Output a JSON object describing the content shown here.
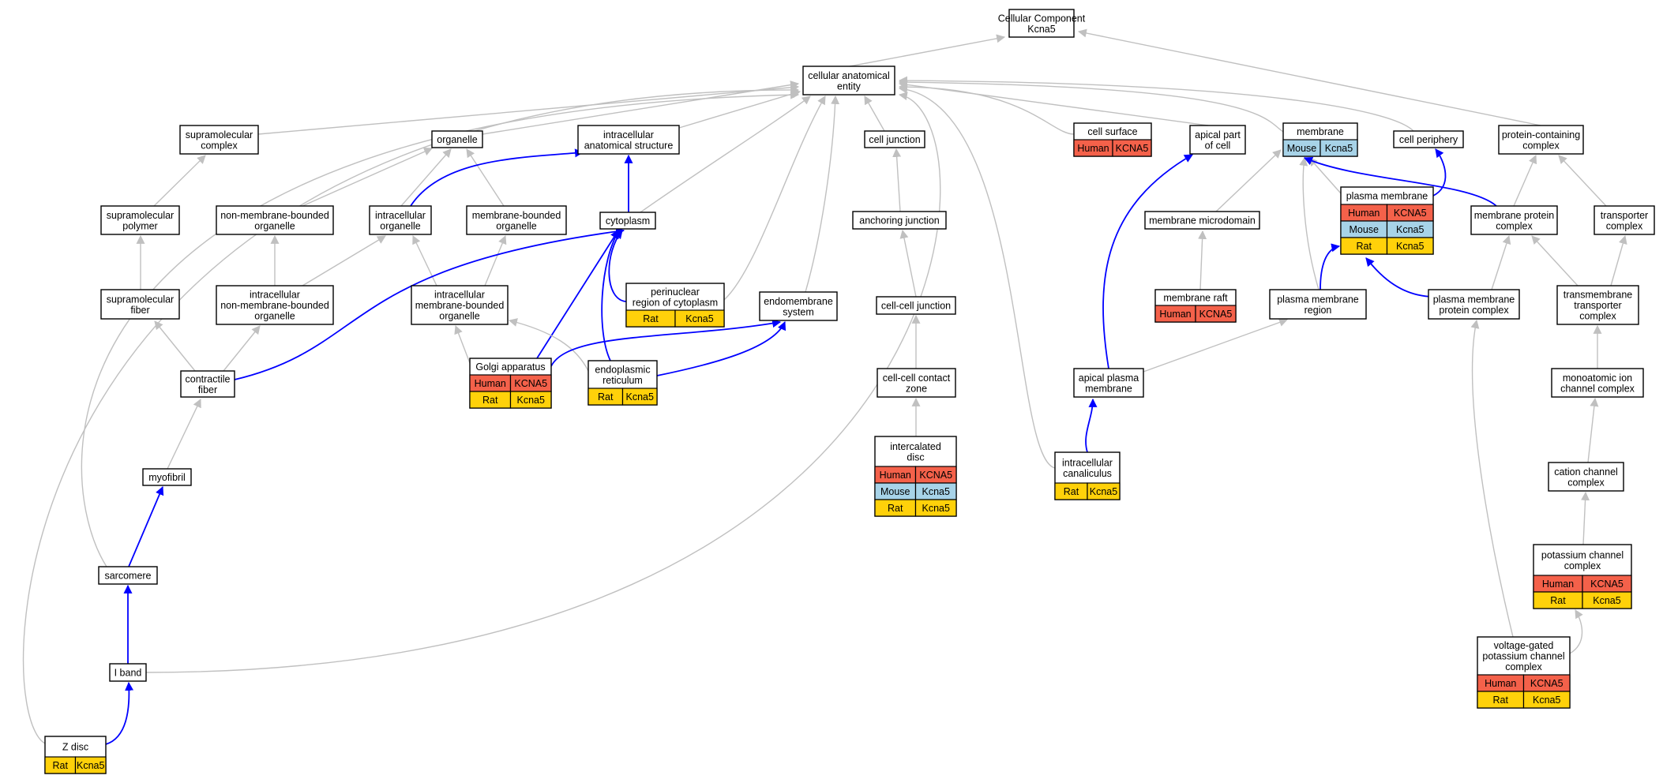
{
  "colors": {
    "human": "#f4614a",
    "mouse": "#a7d3e8",
    "rat": "#ffd10a",
    "is_a_edge": "#c0c0c0",
    "part_of_edge": "#0000ff"
  },
  "nodes": [
    {
      "id": "root",
      "label": [
        "Cellular Component",
        "Kcna5"
      ],
      "rows": []
    },
    {
      "id": "cae",
      "label": [
        "cellular anatomical",
        "entity"
      ],
      "rows": []
    },
    {
      "id": "supramolecular_complex",
      "label": [
        "supramolecular",
        "complex"
      ],
      "rows": []
    },
    {
      "id": "organelle",
      "label": [
        "organelle"
      ],
      "rows": []
    },
    {
      "id": "intracellular_anatomical_structure",
      "label": [
        "intracellular",
        "anatomical structure"
      ],
      "rows": []
    },
    {
      "id": "cell_junction",
      "label": [
        "cell junction"
      ],
      "rows": []
    },
    {
      "id": "cell_surface",
      "label": [
        "cell surface"
      ],
      "rows": [
        {
          "species": "Human",
          "gene": "KCNA5"
        }
      ]
    },
    {
      "id": "apical_part_of_cell",
      "label": [
        "apical part",
        "of cell"
      ],
      "rows": []
    },
    {
      "id": "membrane",
      "label": [
        "membrane"
      ],
      "rows": [
        {
          "species": "Mouse",
          "gene": "Kcna5"
        }
      ]
    },
    {
      "id": "cell_periphery",
      "label": [
        "cell periphery"
      ],
      "rows": []
    },
    {
      "id": "protein_containing_complex",
      "label": [
        "protein-containing",
        "complex"
      ],
      "rows": []
    },
    {
      "id": "supramolecular_polymer",
      "label": [
        "supramolecular",
        "polymer"
      ],
      "rows": []
    },
    {
      "id": "non_membrane_bounded_organelle",
      "label": [
        "non-membrane-bounded",
        "organelle"
      ],
      "rows": []
    },
    {
      "id": "intracellular_organelle",
      "label": [
        "intracellular",
        "organelle"
      ],
      "rows": []
    },
    {
      "id": "membrane_bounded_organelle",
      "label": [
        "membrane-bounded",
        "organelle"
      ],
      "rows": []
    },
    {
      "id": "cytoplasm",
      "label": [
        "cytoplasm"
      ],
      "rows": []
    },
    {
      "id": "anchoring_junction",
      "label": [
        "anchoring junction"
      ],
      "rows": []
    },
    {
      "id": "membrane_microdomain",
      "label": [
        "membrane microdomain"
      ],
      "rows": []
    },
    {
      "id": "plasma_membrane",
      "label": [
        "plasma membrane"
      ],
      "rows": [
        {
          "species": "Human",
          "gene": "KCNA5"
        },
        {
          "species": "Mouse",
          "gene": "Kcna5"
        },
        {
          "species": "Rat",
          "gene": "Kcna5"
        }
      ]
    },
    {
      "id": "membrane_protein_complex",
      "label": [
        "membrane protein",
        "complex"
      ],
      "rows": []
    },
    {
      "id": "transporter_complex",
      "label": [
        "transporter",
        "complex"
      ],
      "rows": []
    },
    {
      "id": "supramolecular_fiber",
      "label": [
        "supramolecular",
        "fiber"
      ],
      "rows": []
    },
    {
      "id": "intracellular_nmbo",
      "label": [
        "intracellular",
        "non-membrane-bounded",
        "organelle"
      ],
      "rows": []
    },
    {
      "id": "intracellular_mbo",
      "label": [
        "intracellular",
        "membrane-bounded",
        "organelle"
      ],
      "rows": []
    },
    {
      "id": "perinuclear",
      "label": [
        "perinuclear",
        "region of cytoplasm"
      ],
      "rows": [
        {
          "species": "Rat",
          "gene": "Kcna5"
        }
      ]
    },
    {
      "id": "endomembrane_system",
      "label": [
        "endomembrane",
        "system"
      ],
      "rows": []
    },
    {
      "id": "cell_cell_junction",
      "label": [
        "cell-cell junction"
      ],
      "rows": []
    },
    {
      "id": "membrane_raft",
      "label": [
        "membrane raft"
      ],
      "rows": [
        {
          "species": "Human",
          "gene": "KCNA5"
        }
      ]
    },
    {
      "id": "plasma_membrane_region",
      "label": [
        "plasma membrane",
        "region"
      ],
      "rows": []
    },
    {
      "id": "plasma_membrane_protein_complex",
      "label": [
        "plasma membrane",
        "protein complex"
      ],
      "rows": []
    },
    {
      "id": "transmembrane_transporter_complex",
      "label": [
        "transmembrane",
        "transporter",
        "complex"
      ],
      "rows": []
    },
    {
      "id": "contractile_fiber",
      "label": [
        "contractile",
        "fiber"
      ],
      "rows": []
    },
    {
      "id": "golgi_apparatus",
      "label": [
        "Golgi apparatus"
      ],
      "rows": [
        {
          "species": "Human",
          "gene": "KCNA5"
        },
        {
          "species": "Rat",
          "gene": "Kcna5"
        }
      ]
    },
    {
      "id": "endoplasmic_reticulum",
      "label": [
        "endoplasmic",
        "reticulum"
      ],
      "rows": [
        {
          "species": "Rat",
          "gene": "Kcna5"
        }
      ]
    },
    {
      "id": "cell_cell_contact_zone",
      "label": [
        "cell-cell contact",
        "zone"
      ],
      "rows": []
    },
    {
      "id": "apical_plasma_membrane",
      "label": [
        "apical plasma",
        "membrane"
      ],
      "rows": []
    },
    {
      "id": "monoatomic_ion_channel_complex",
      "label": [
        "monoatomic ion",
        "channel complex"
      ],
      "rows": []
    },
    {
      "id": "intercalated_disc",
      "label": [
        "intercalated",
        "disc"
      ],
      "rows": [
        {
          "species": "Human",
          "gene": "KCNA5"
        },
        {
          "species": "Mouse",
          "gene": "Kcna5"
        },
        {
          "species": "Rat",
          "gene": "Kcna5"
        }
      ]
    },
    {
      "id": "intracellular_canaliculus",
      "label": [
        "intracellular",
        "canaliculus"
      ],
      "rows": [
        {
          "species": "Rat",
          "gene": "Kcna5"
        }
      ]
    },
    {
      "id": "myofibril",
      "label": [
        "myofibril"
      ],
      "rows": []
    },
    {
      "id": "cation_channel_complex",
      "label": [
        "cation channel",
        "complex"
      ],
      "rows": []
    },
    {
      "id": "potassium_channel_complex",
      "label": [
        "potassium channel",
        "complex"
      ],
      "rows": [
        {
          "species": "Human",
          "gene": "KCNA5"
        },
        {
          "species": "Rat",
          "gene": "Kcna5"
        }
      ]
    },
    {
      "id": "sarcomere",
      "label": [
        "sarcomere"
      ],
      "rows": []
    },
    {
      "id": "voltage_gated",
      "label": [
        "voltage-gated",
        "potassium channel",
        "complex"
      ],
      "rows": [
        {
          "species": "Human",
          "gene": "KCNA5"
        },
        {
          "species": "Rat",
          "gene": "Kcna5"
        }
      ]
    },
    {
      "id": "i_band",
      "label": [
        "I band"
      ],
      "rows": []
    },
    {
      "id": "z_disc",
      "label": [
        "Z disc"
      ],
      "rows": [
        {
          "species": "Rat",
          "gene": "Kcna5"
        }
      ]
    }
  ],
  "edges": [
    {
      "from": "cae",
      "to": "root",
      "kind": "is_a"
    },
    {
      "from": "protein_containing_complex",
      "to": "root",
      "kind": "is_a"
    },
    {
      "from": "supramolecular_complex",
      "to": "cae",
      "kind": "is_a"
    },
    {
      "from": "organelle",
      "to": "cae",
      "kind": "is_a"
    },
    {
      "from": "intracellular_anatomical_structure",
      "to": "cae",
      "kind": "is_a"
    },
    {
      "from": "cell_junction",
      "to": "cae",
      "kind": "is_a"
    },
    {
      "from": "cell_surface",
      "to": "cae",
      "kind": "is_a"
    },
    {
      "from": "apical_part_of_cell",
      "to": "cae",
      "kind": "is_a"
    },
    {
      "from": "membrane",
      "to": "cae",
      "kind": "is_a"
    },
    {
      "from": "cell_periphery",
      "to": "cae",
      "kind": "is_a"
    },
    {
      "from": "cytoplasm",
      "to": "cae",
      "kind": "is_a"
    },
    {
      "from": "perinuclear",
      "to": "cae",
      "kind": "is_a"
    },
    {
      "from": "endomembrane_system",
      "to": "cae",
      "kind": "is_a"
    },
    {
      "from": "sarcomere",
      "to": "cae",
      "kind": "is_a"
    },
    {
      "from": "z_disc",
      "to": "cae",
      "kind": "is_a"
    },
    {
      "from": "i_band",
      "to": "cae",
      "kind": "is_a"
    },
    {
      "from": "intracellular_canaliculus",
      "to": "cae",
      "kind": "is_a"
    },
    {
      "from": "supramolecular_polymer",
      "to": "supramolecular_complex",
      "kind": "is_a"
    },
    {
      "from": "supramolecular_fiber",
      "to": "supramolecular_polymer",
      "kind": "is_a"
    },
    {
      "from": "contractile_fiber",
      "to": "supramolecular_fiber",
      "kind": "is_a"
    },
    {
      "from": "non_membrane_bounded_organelle",
      "to": "organelle",
      "kind": "is_a"
    },
    {
      "from": "intracellular_organelle",
      "to": "organelle",
      "kind": "is_a"
    },
    {
      "from": "membrane_bounded_organelle",
      "to": "organelle",
      "kind": "is_a"
    },
    {
      "from": "intracellular_organelle",
      "to": "intracellular_anatomical_structure",
      "kind": "part_of"
    },
    {
      "from": "cytoplasm",
      "to": "intracellular_anatomical_structure",
      "kind": "part_of"
    },
    {
      "from": "intracellular_nmbo",
      "to": "non_membrane_bounded_organelle",
      "kind": "is_a"
    },
    {
      "from": "intracellular_nmbo",
      "to": "intracellular_organelle",
      "kind": "is_a"
    },
    {
      "from": "intracellular_mbo",
      "to": "intracellular_organelle",
      "kind": "is_a"
    },
    {
      "from": "intracellular_mbo",
      "to": "membrane_bounded_organelle",
      "kind": "is_a"
    },
    {
      "from": "contractile_fiber",
      "to": "intracellular_nmbo",
      "kind": "is_a"
    },
    {
      "from": "contractile_fiber",
      "to": "cytoplasm",
      "kind": "part_of"
    },
    {
      "from": "perinuclear",
      "to": "cytoplasm",
      "kind": "part_of"
    },
    {
      "from": "golgi_apparatus",
      "to": "cytoplasm",
      "kind": "part_of"
    },
    {
      "from": "endoplasmic_reticulum",
      "to": "cytoplasm",
      "kind": "part_of"
    },
    {
      "from": "golgi_apparatus",
      "to": "intracellular_mbo",
      "kind": "is_a"
    },
    {
      "from": "endoplasmic_reticulum",
      "to": "intracellular_mbo",
      "kind": "is_a"
    },
    {
      "from": "golgi_apparatus",
      "to": "endomembrane_system",
      "kind": "part_of"
    },
    {
      "from": "endoplasmic_reticulum",
      "to": "endomembrane_system",
      "kind": "part_of"
    },
    {
      "from": "anchoring_junction",
      "to": "cell_junction",
      "kind": "is_a"
    },
    {
      "from": "cell_cell_junction",
      "to": "anchoring_junction",
      "kind": "is_a"
    },
    {
      "from": "cell_cell_contact_zone",
      "to": "cell_cell_junction",
      "kind": "is_a"
    },
    {
      "from": "intercalated_disc",
      "to": "cell_cell_contact_zone",
      "kind": "is_a"
    },
    {
      "from": "membrane_microdomain",
      "to": "membrane",
      "kind": "is_a"
    },
    {
      "from": "membrane_raft",
      "to": "membrane_microdomain",
      "kind": "is_a"
    },
    {
      "from": "plasma_membrane",
      "to": "membrane",
      "kind": "is_a"
    },
    {
      "from": "plasma_membrane",
      "to": "cell_periphery",
      "kind": "part_of"
    },
    {
      "from": "plasma_membrane_region",
      "to": "membrane",
      "kind": "is_a"
    },
    {
      "from": "plasma_membrane_region",
      "to": "plasma_membrane",
      "kind": "part_of"
    },
    {
      "from": "apical_plasma_membrane",
      "to": "plasma_membrane_region",
      "kind": "is_a"
    },
    {
      "from": "apical_plasma_membrane",
      "to": "apical_part_of_cell",
      "kind": "part_of"
    },
    {
      "from": "intracellular_canaliculus",
      "to": "apical_plasma_membrane",
      "kind": "part_of"
    },
    {
      "from": "membrane_protein_complex",
      "to": "membrane",
      "kind": "part_of"
    },
    {
      "from": "membrane_protein_complex",
      "to": "protein_containing_complex",
      "kind": "is_a"
    },
    {
      "from": "transporter_complex",
      "to": "protein_containing_complex",
      "kind": "is_a"
    },
    {
      "from": "plasma_membrane_protein_complex",
      "to": "membrane_protein_complex",
      "kind": "is_a"
    },
    {
      "from": "plasma_membrane_protein_complex",
      "to": "plasma_membrane",
      "kind": "part_of"
    },
    {
      "from": "transmembrane_transporter_complex",
      "to": "membrane_protein_complex",
      "kind": "is_a"
    },
    {
      "from": "transmembrane_transporter_complex",
      "to": "transporter_complex",
      "kind": "is_a"
    },
    {
      "from": "monoatomic_ion_channel_complex",
      "to": "transmembrane_transporter_complex",
      "kind": "is_a"
    },
    {
      "from": "cation_channel_complex",
      "to": "monoatomic_ion_channel_complex",
      "kind": "is_a"
    },
    {
      "from": "potassium_channel_complex",
      "to": "cation_channel_complex",
      "kind": "is_a"
    },
    {
      "from": "voltage_gated",
      "to": "potassium_channel_complex",
      "kind": "is_a"
    },
    {
      "from": "voltage_gated",
      "to": "plasma_membrane_protein_complex",
      "kind": "is_a"
    },
    {
      "from": "myofibril",
      "to": "contractile_fiber",
      "kind": "is_a"
    },
    {
      "from": "sarcomere",
      "to": "myofibril",
      "kind": "part_of"
    },
    {
      "from": "i_band",
      "to": "sarcomere",
      "kind": "part_of"
    },
    {
      "from": "z_disc",
      "to": "i_band",
      "kind": "part_of"
    }
  ]
}
